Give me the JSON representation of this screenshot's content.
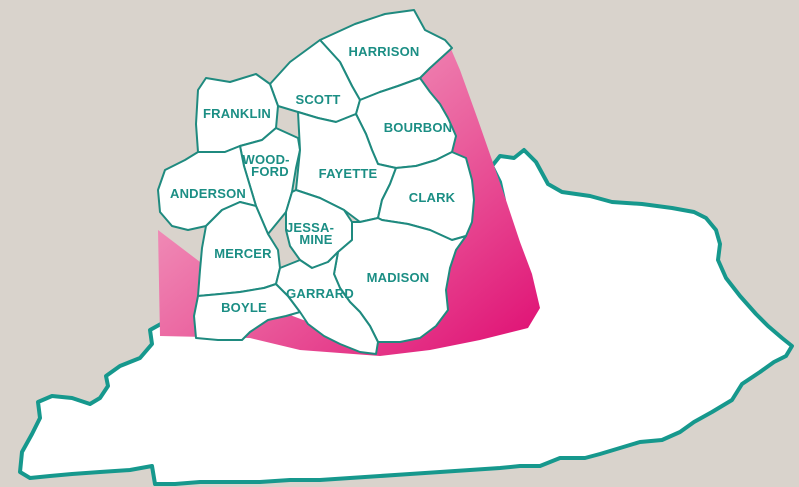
{
  "colors": {
    "background": "#d9d3cc",
    "state_fill": "#ffffff",
    "state_outline": "#16988d",
    "county_outline": "#1f8a7f",
    "label": "#1b8e84",
    "highlight_start": "#f6bcd2",
    "highlight_end": "#df0c72"
  },
  "counties": [
    {
      "id": "harrison",
      "lines": [
        "HARRISON"
      ]
    },
    {
      "id": "scott",
      "lines": [
        "SCOTT"
      ]
    },
    {
      "id": "franklin",
      "lines": [
        "FRANKLIN"
      ]
    },
    {
      "id": "bourbon",
      "lines": [
        "BOURBON"
      ]
    },
    {
      "id": "woodford",
      "lines": [
        "WOOD-",
        "FORD"
      ]
    },
    {
      "id": "fayette",
      "lines": [
        "FAYETTE"
      ]
    },
    {
      "id": "anderson",
      "lines": [
        "ANDERSON"
      ]
    },
    {
      "id": "clark",
      "lines": [
        "CLARK"
      ]
    },
    {
      "id": "jessamine",
      "lines": [
        "JESSA-",
        "MINE"
      ]
    },
    {
      "id": "mercer",
      "lines": [
        "MERCER"
      ]
    },
    {
      "id": "madison",
      "lines": [
        "MADISON"
      ]
    },
    {
      "id": "boyle",
      "lines": [
        "BOYLE"
      ]
    },
    {
      "id": "garrard",
      "lines": [
        "GARRARD"
      ]
    }
  ]
}
